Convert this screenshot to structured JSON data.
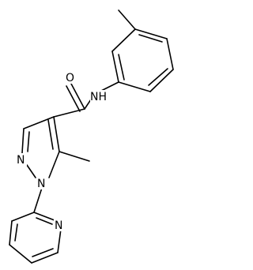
{
  "molecule": {
    "atom_labels": {
      "carbonyl_oxygen": "O",
      "amide_nitrogen": "NH",
      "pyrazole_nitrogen_2": "N",
      "pyrazole_nitrogen_1": "N",
      "pyridine_nitrogen": "N"
    }
  }
}
